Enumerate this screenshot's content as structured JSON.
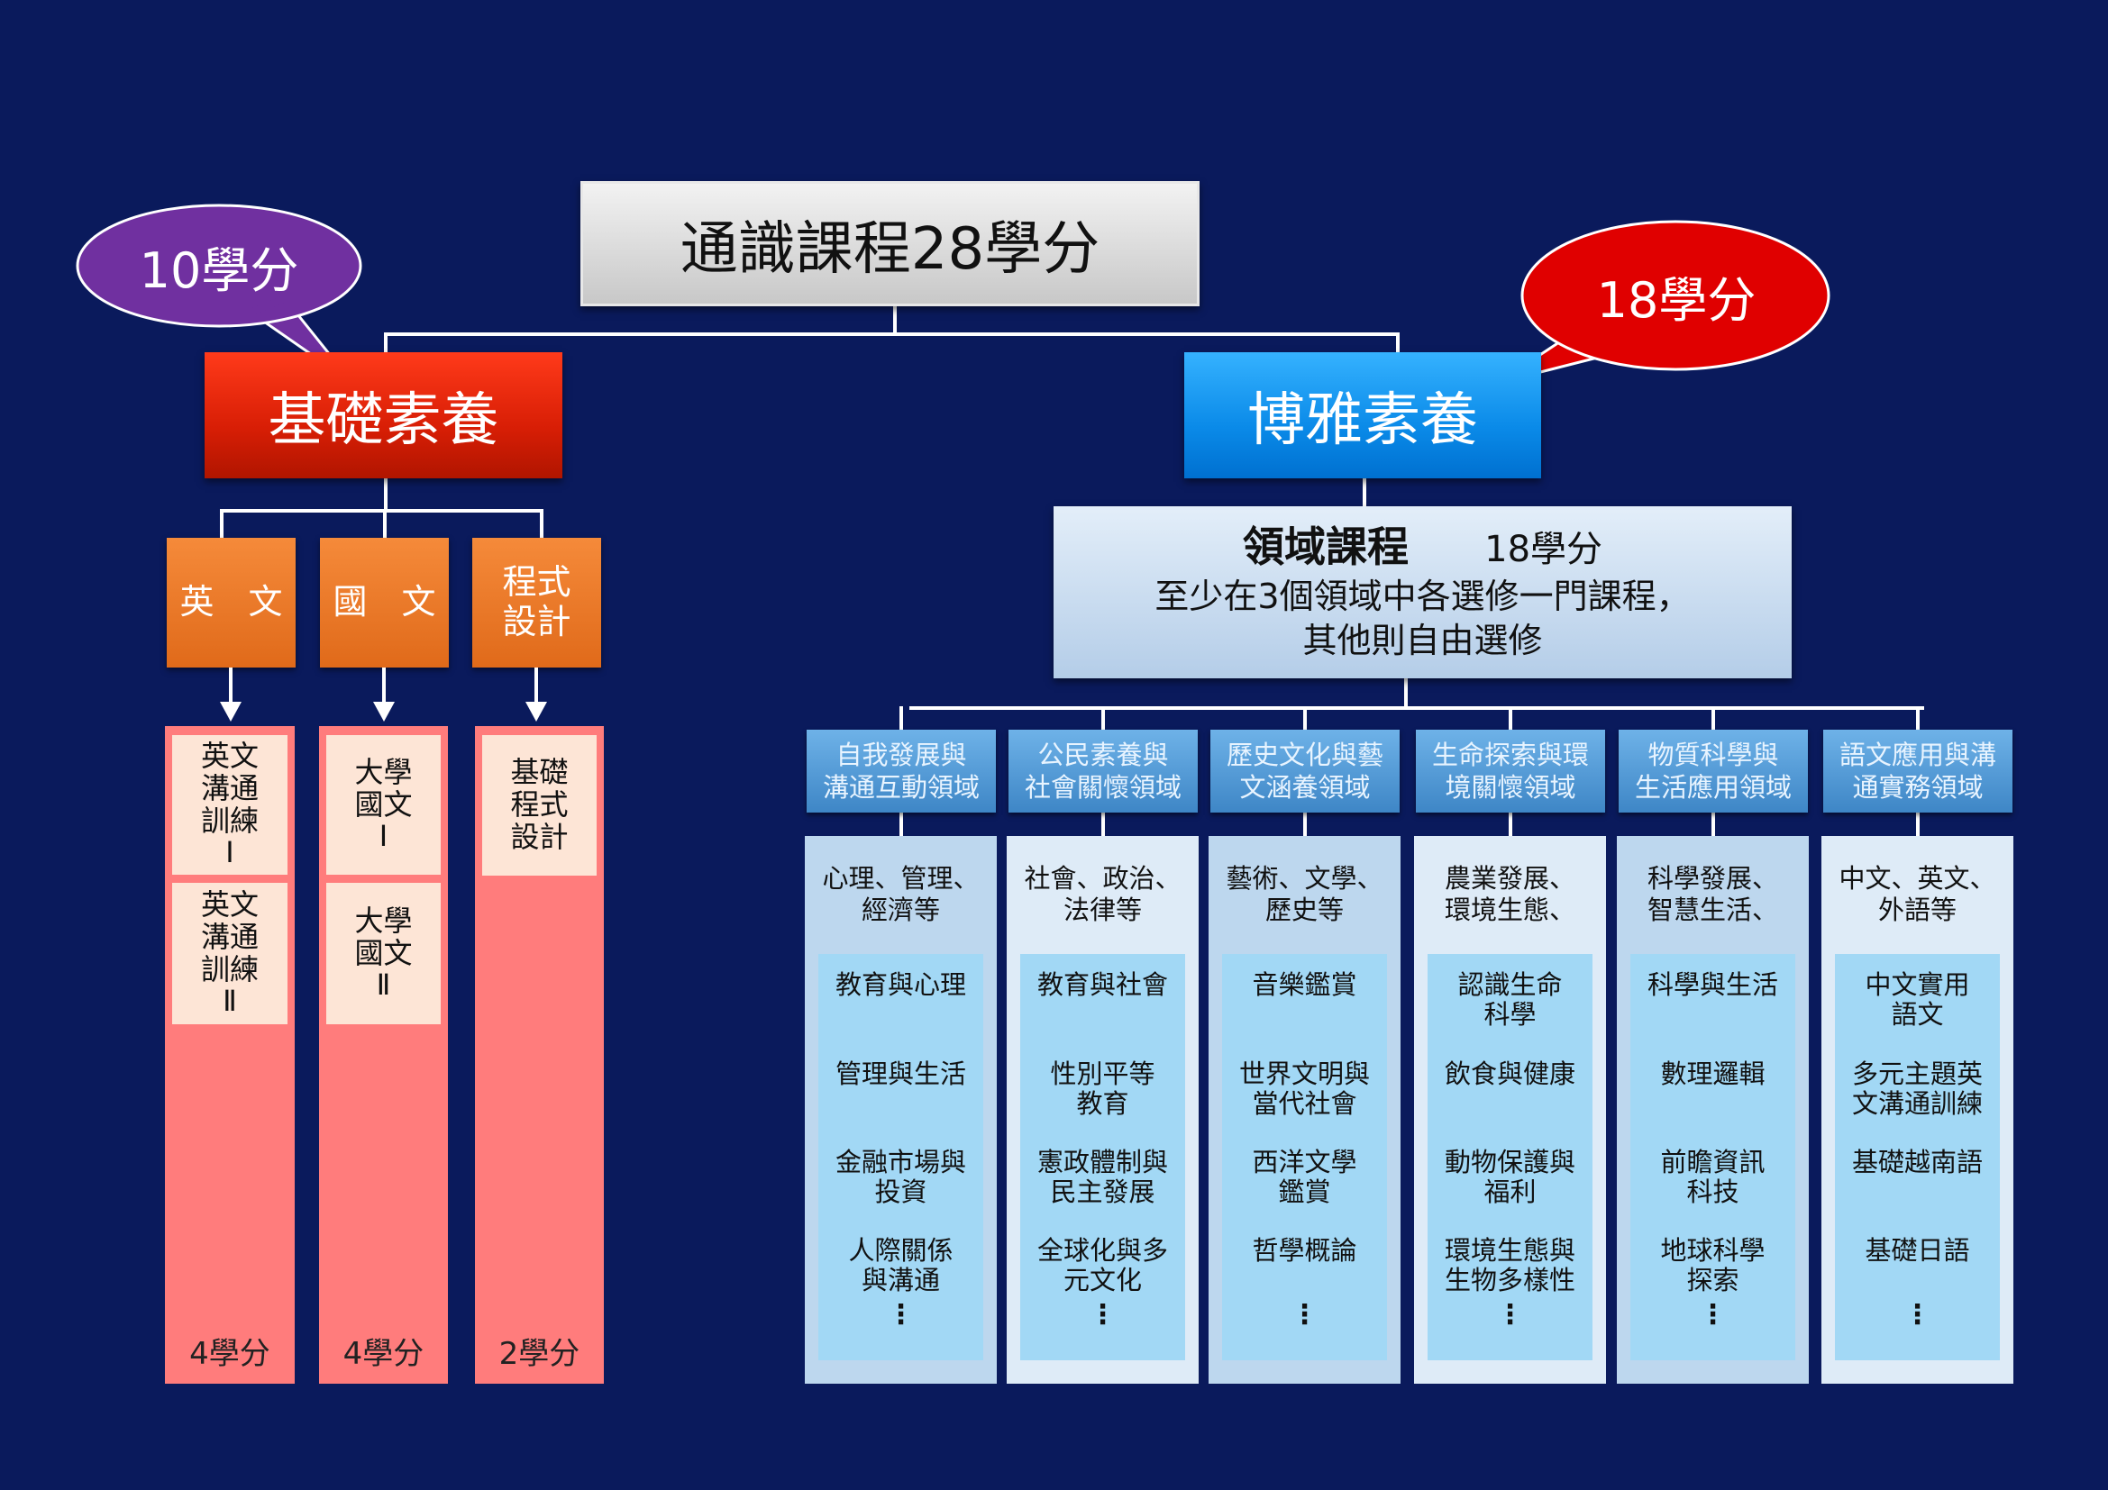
{
  "title": "通識課程28學分",
  "basic": {
    "label": "基礎素養",
    "bubble": "10學分",
    "bubble_color": "#7030a0",
    "courses": [
      {
        "label": "英　文",
        "items": [
          "英文\n溝通\n訓練\nⅠ",
          "英文\n溝通\n訓練\nⅡ"
        ],
        "credits": "4學分"
      },
      {
        "label": "國　文",
        "items": [
          "大學\n國文\nⅠ",
          "大學\n國文\nⅡ"
        ],
        "credits": "4學分"
      },
      {
        "label": "程式\n設計",
        "items": [
          "基礎\n程式\n設計"
        ],
        "credits": "2學分"
      }
    ]
  },
  "liberal": {
    "label": "博雅素養",
    "bubble": "18學分",
    "bubble_color": "#e00000",
    "field_title": "領域課程",
    "field_credits": "18學分",
    "field_desc1": "至少在3個領域中各選修一門課程，",
    "field_desc2": "其他則自由選修",
    "domains": [
      {
        "name": "自我發展與\n溝通互動領域",
        "desc": "心理、管理、\n經濟等",
        "courses": [
          "教育與心理",
          "管理與生活",
          "金融市場與\n投資",
          "人際關係\n與溝通"
        ],
        "more": "⋮"
      },
      {
        "name": "公民素養與\n社會關懷領域",
        "desc": "社會、政治、\n法律等",
        "courses": [
          "教育與社會",
          "性別平等\n教育",
          "憲政體制與\n民主發展",
          "全球化與多\n元文化"
        ],
        "more": "⋮"
      },
      {
        "name": "歷史文化與藝\n文涵養領域",
        "desc": "藝術、文學、\n歷史等",
        "courses": [
          "音樂鑑賞",
          "世界文明與\n當代社會",
          "西洋文學\n鑑賞",
          "哲學概論"
        ],
        "more": "⋮"
      },
      {
        "name": "生命探索與環\n境關懷領域",
        "desc": "農業發展、\n環境生態、",
        "courses": [
          "認識生命\n科學",
          "飲食與健康",
          "動物保護與\n福利",
          "環境生態與\n生物多樣性"
        ],
        "more": "⋮"
      },
      {
        "name": "物質科學與\n生活應用領域",
        "desc": "科學發展、\n智慧生活、",
        "courses": [
          "科學與生活",
          "數理邏輯",
          "前瞻資訊\n科技",
          "地球科學\n探索"
        ],
        "more": "⋮"
      },
      {
        "name": "語文應用與溝\n通實務領域",
        "desc": "中文、英文、\n外語等",
        "courses": [
          "中文實用\n語文",
          "多元主題英\n文溝通訓練",
          "基礎越南語",
          "基礎日語"
        ],
        "more": "⋮"
      }
    ]
  }
}
